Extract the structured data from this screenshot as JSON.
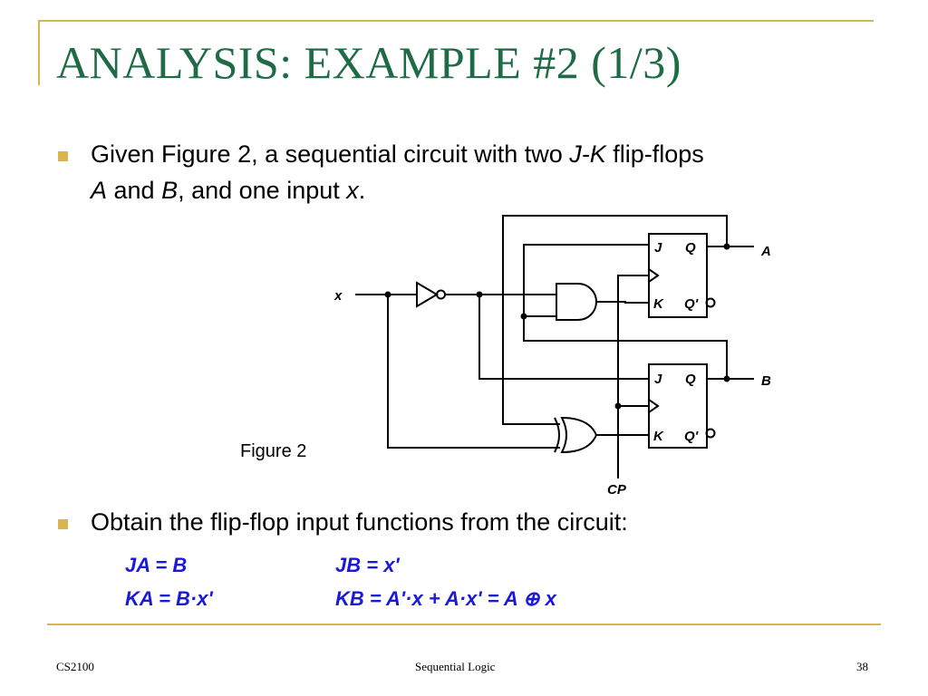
{
  "slide": {
    "title": "ANALYSIS: EXAMPLE #2 (1/3)",
    "bullet1": {
      "line1_prefix": "Given Figure 2, a sequential circuit with two ",
      "line1_italic": "J-K",
      "line1_suffix": " flip-flops",
      "line2_a": "A",
      "line2_and": " and ",
      "line2_b": "B",
      "line2_rest": ", and one input ",
      "line2_x": "x",
      "line2_end": "."
    },
    "bullet2": "Obtain the flip-flop input functions from the circuit:",
    "equations": {
      "ja": "JA = B",
      "jb": "JB = x'",
      "ka": "KA = B·x'",
      "kb": "KB = A'·x + A·x' = A ⊕ x"
    },
    "figure_caption": "Figure 2"
  },
  "circuit": {
    "input_label": "x",
    "clock_label": "CP",
    "output_a": "A",
    "output_b": "B",
    "ff_a": {
      "j": "J",
      "k": "K",
      "q": "Q",
      "qbar": "Q'"
    },
    "ff_b": {
      "j": "J",
      "k": "K",
      "q": "Q",
      "qbar": "Q'"
    }
  },
  "footer": {
    "left": "CS2100",
    "center": "Sequential Logic",
    "page": "38"
  },
  "colors": {
    "title": "#1f6b45",
    "accent": "#d9b54c",
    "equations": "#1a1ad6"
  }
}
